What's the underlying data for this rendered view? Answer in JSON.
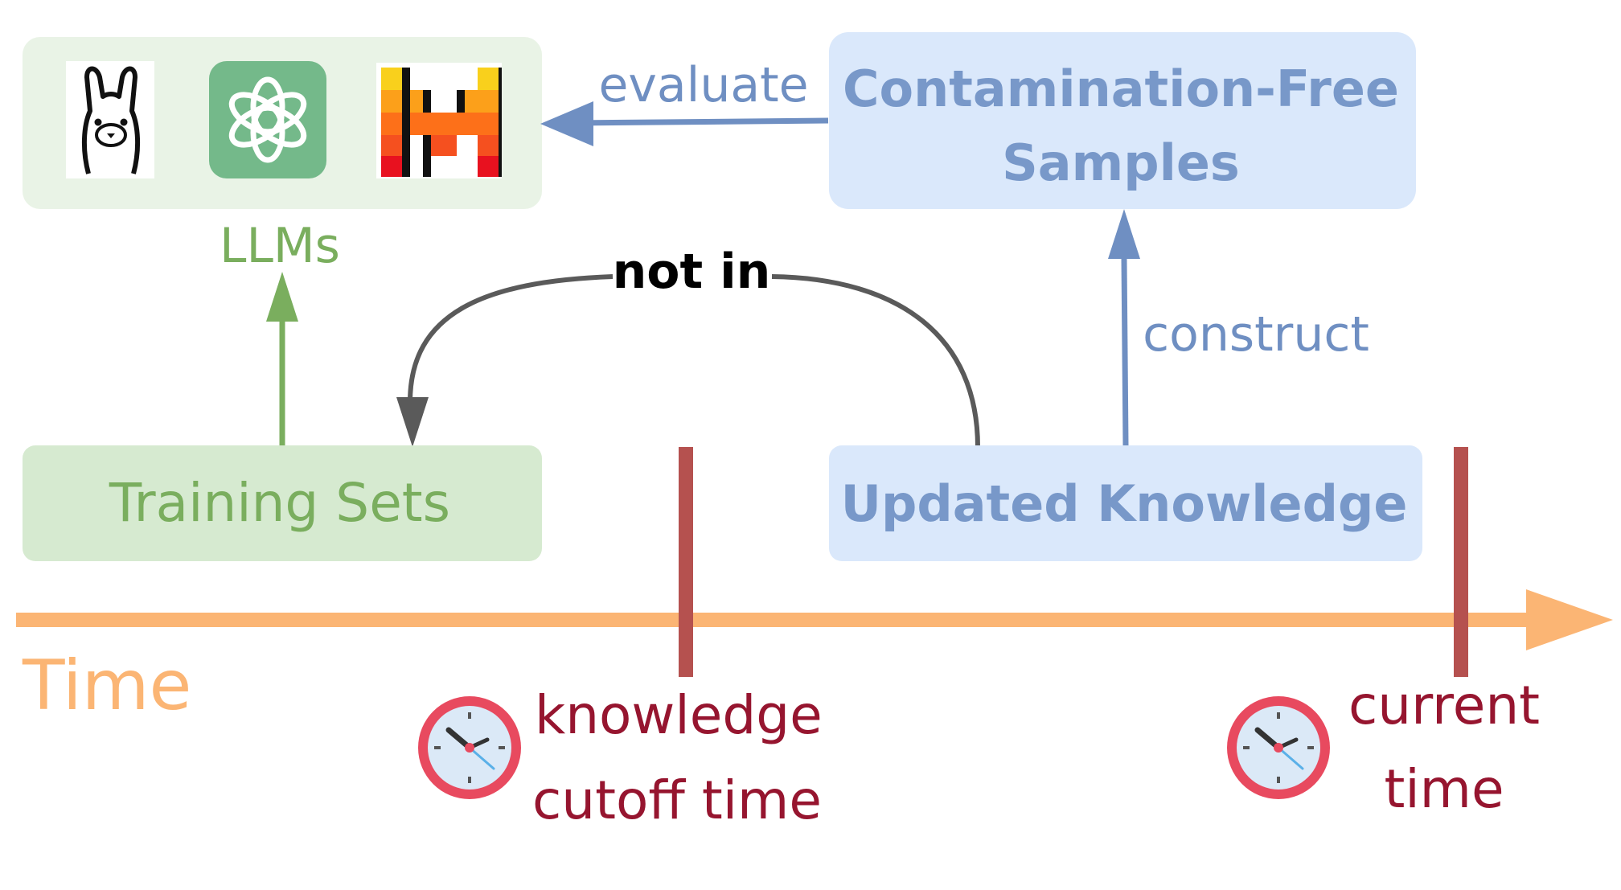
{
  "diagram": {
    "llms_label": "LLMs",
    "evaluate_label": "evaluate",
    "contamination_free_line1": "Contamination-Free",
    "contamination_free_line2": "Samples",
    "not_in_label": "not in",
    "construct_label": "construct",
    "training_sets_label": "Training Sets",
    "updated_knowledge_label": "Updated Knowledge",
    "time_label": "Time",
    "knowledge_cutoff_line1": "knowledge",
    "knowledge_cutoff_line2": "cutoff time",
    "current_time_line1": "current",
    "current_time_line2": "time"
  },
  "logos": [
    "llama-logo",
    "openai-logo",
    "mistral-logo"
  ],
  "colors": {
    "green_box": "#e8f3e4",
    "green_box_dark": "#d6ead0",
    "green_text": "#7aae5e",
    "blue_box": "#dae8fb",
    "blue_text": "#7898c9",
    "arrow_blue": "#6f8fc2",
    "arrow_gray": "#5a5a5a",
    "timeline_orange": "#fbb574",
    "marker_red": "#b5514f",
    "dark_red_text": "#96152f",
    "openai_green": "#74b98a"
  }
}
